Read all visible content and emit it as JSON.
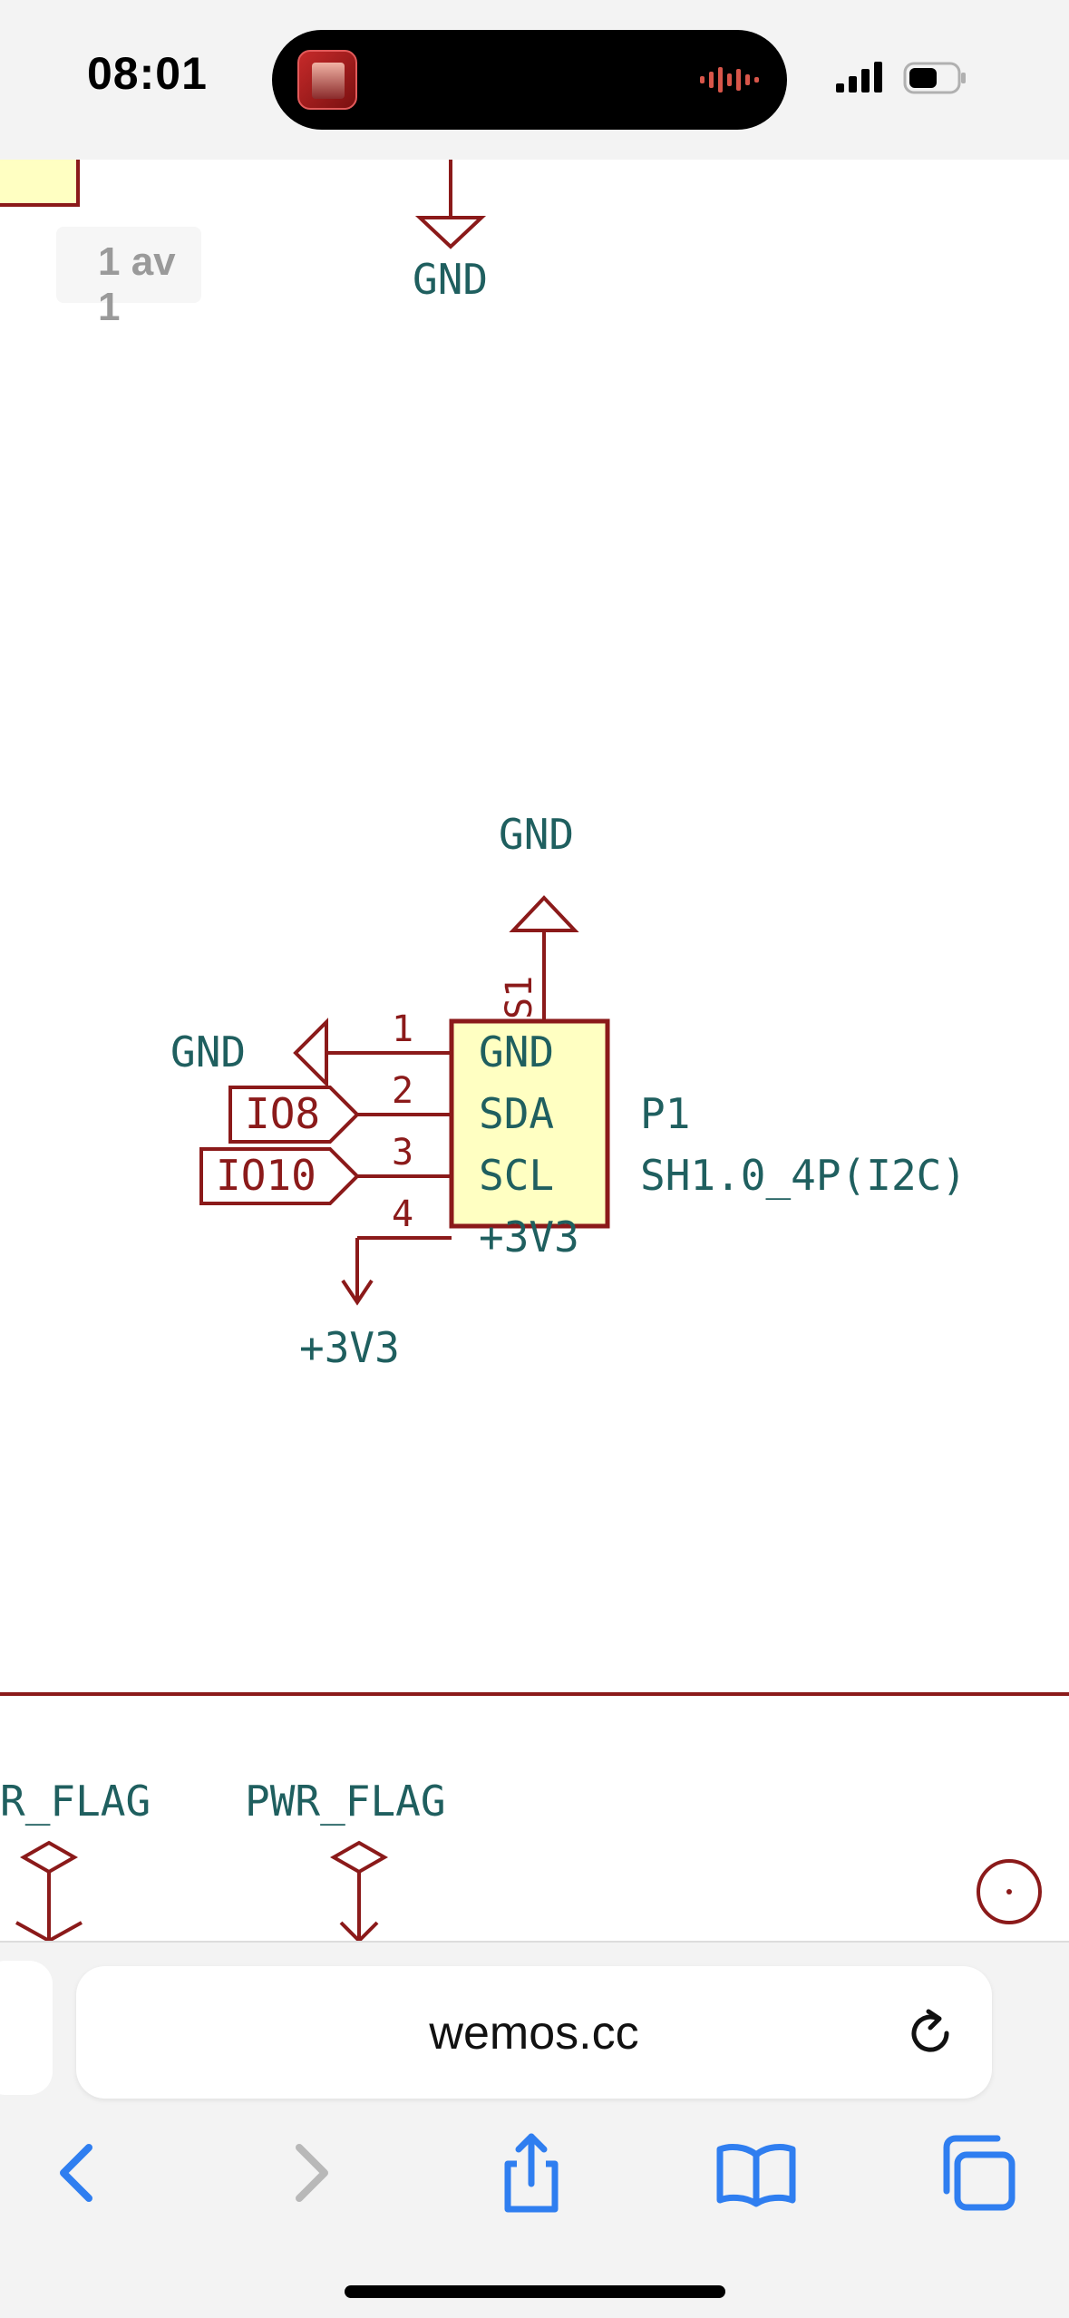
{
  "status_bar": {
    "time": "08:01",
    "signal_icon": "cellular-signal-icon",
    "battery_icon": "battery-icon",
    "dynamic_island_icon": "now-playing-waveform-icon"
  },
  "page_indicator": "1 av 1",
  "schematic": {
    "top_power_label": "GND",
    "connector_top_label": "GND",
    "connector_left_label": "GND",
    "bottom_power_label": "+3V3",
    "shield_pin": "S1",
    "pin_numbers": [
      "1",
      "2",
      "3",
      "4"
    ],
    "pin_names": [
      "GND",
      "SDA",
      "SCL",
      "+3V3"
    ],
    "net_labels": [
      "IO8",
      "IO10"
    ],
    "ref": "P1",
    "value": "SH1.0_4P(I2C)",
    "flag_left": "R_FLAG",
    "flag_right": "PWR_FLAG",
    "colors": {
      "wire": "#8b1a1a",
      "text": "#1f5f5f",
      "fill": "#ffffc2"
    }
  },
  "browser": {
    "url": "wemos.cc",
    "reload_icon": "reload-icon",
    "nav": [
      "back-icon",
      "forward-icon",
      "share-icon",
      "bookmarks-icon",
      "tabs-icon"
    ]
  }
}
